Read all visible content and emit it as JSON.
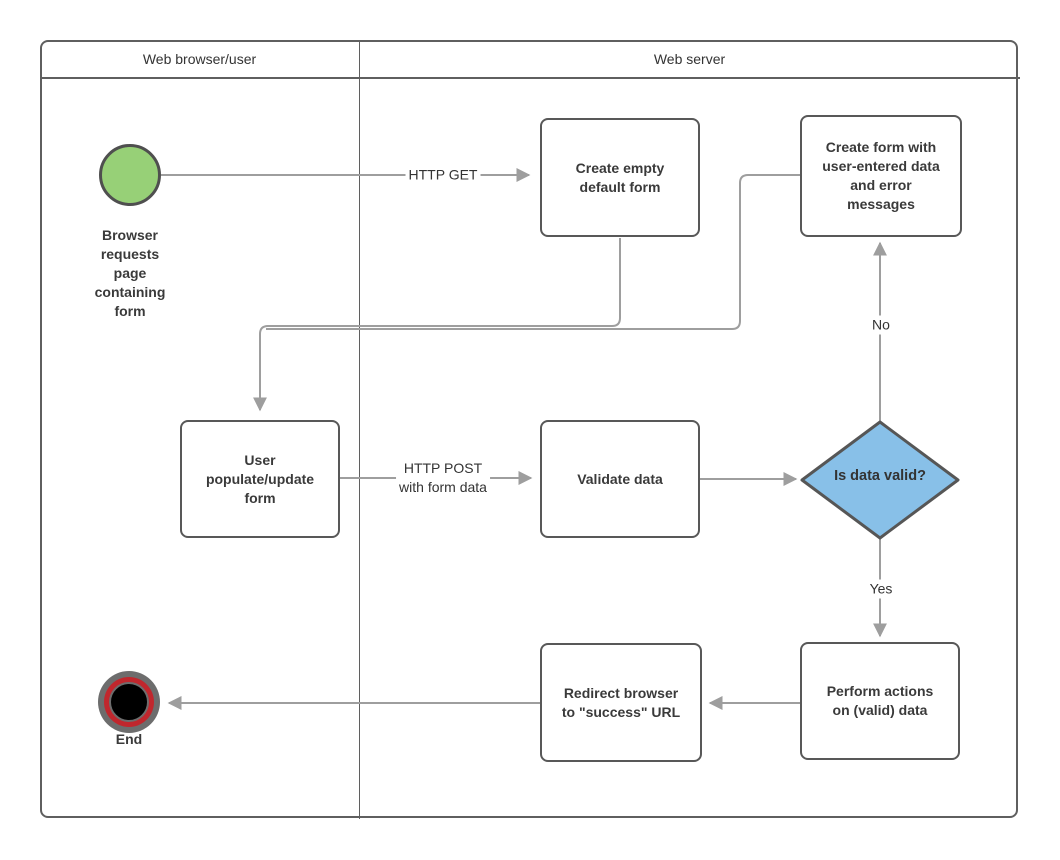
{
  "diagram": {
    "lanes": [
      {
        "title": "Web browser/user"
      },
      {
        "title": "Web server"
      }
    ],
    "nodes": {
      "start": {
        "shape": "start-circle",
        "color": "#97d077",
        "label_lines": [
          "Browser",
          "requests",
          "page",
          "containing",
          "form"
        ]
      },
      "create_empty_form": {
        "lines": [
          "Create empty",
          "default form"
        ]
      },
      "create_error_form": {
        "lines": [
          "Create form with",
          "user-entered data",
          "and error",
          "messages"
        ]
      },
      "user_populate_form": {
        "lines": [
          "User",
          "populate/update",
          "form"
        ]
      },
      "validate_data": {
        "lines": [
          "Validate data"
        ]
      },
      "decision": {
        "label": "Is data valid?",
        "color": "#88c0e8"
      },
      "perform_actions": {
        "lines": [
          "Perform actions",
          "on (valid) data"
        ]
      },
      "redirect_browser": {
        "lines": [
          "Redirect browser",
          "to \"success\" URL"
        ]
      },
      "end": {
        "label": "End",
        "ring_color": "#c0272d"
      }
    },
    "edge_labels": {
      "http_get": "HTTP GET",
      "http_post_line1": "HTTP POST",
      "http_post_line2": "with form data",
      "no": "No",
      "yes": "Yes"
    },
    "colors": {
      "connector": "#9e9e9e",
      "shape_border": "#585858",
      "start_fill": "#97d077",
      "decision_fill": "#88c0e8",
      "end_ring": "#c0272d"
    }
  }
}
